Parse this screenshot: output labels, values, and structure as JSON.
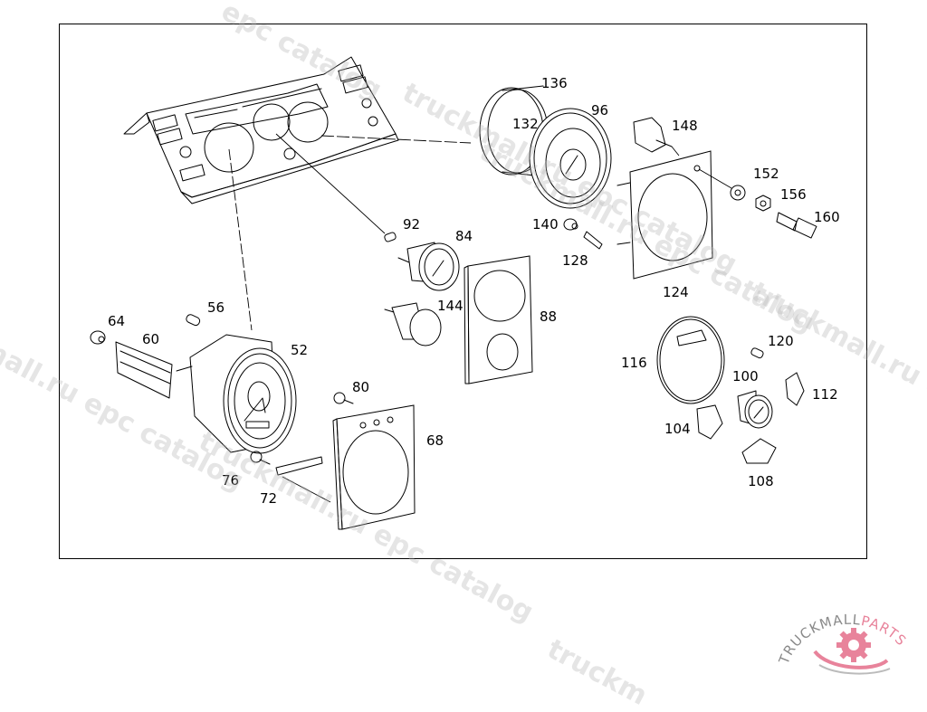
{
  "diagram": {
    "title": "Instrument cluster exploded parts diagram",
    "callouts": [
      {
        "id": "136",
        "label": "136"
      },
      {
        "id": "96",
        "label": "96"
      },
      {
        "id": "132",
        "label": "132"
      },
      {
        "id": "148",
        "label": "148"
      },
      {
        "id": "152",
        "label": "152"
      },
      {
        "id": "156",
        "label": "156"
      },
      {
        "id": "160",
        "label": "160"
      },
      {
        "id": "140",
        "label": "140"
      },
      {
        "id": "128",
        "label": "128"
      },
      {
        "id": "124",
        "label": "124"
      },
      {
        "id": "92",
        "label": "92"
      },
      {
        "id": "84",
        "label": "84"
      },
      {
        "id": "144",
        "label": "144"
      },
      {
        "id": "88",
        "label": "88"
      },
      {
        "id": "56",
        "label": "56"
      },
      {
        "id": "64",
        "label": "64"
      },
      {
        "id": "60",
        "label": "60"
      },
      {
        "id": "52",
        "label": "52"
      },
      {
        "id": "80",
        "label": "80"
      },
      {
        "id": "68",
        "label": "68"
      },
      {
        "id": "76",
        "label": "76"
      },
      {
        "id": "72",
        "label": "72"
      },
      {
        "id": "120",
        "label": "120"
      },
      {
        "id": "116",
        "label": "116"
      },
      {
        "id": "100",
        "label": "100"
      },
      {
        "id": "112",
        "label": "112"
      },
      {
        "id": "104",
        "label": "104"
      },
      {
        "id": "108",
        "label": "108"
      }
    ]
  },
  "watermarks": [
    "epc catalog",
    "truckmall.ru epc catalog",
    "truckmall.ru epc catalog",
    "truckmall.ru epc catalog",
    "truckmall.ru e",
    "truckmall.ru epc catalog",
    "truckm"
  ],
  "logo": {
    "text_left": "TRUCKMALL",
    "text_right": "PARTS",
    "accent_color": "#e8839b",
    "gray_color": "#8a8a8a"
  }
}
